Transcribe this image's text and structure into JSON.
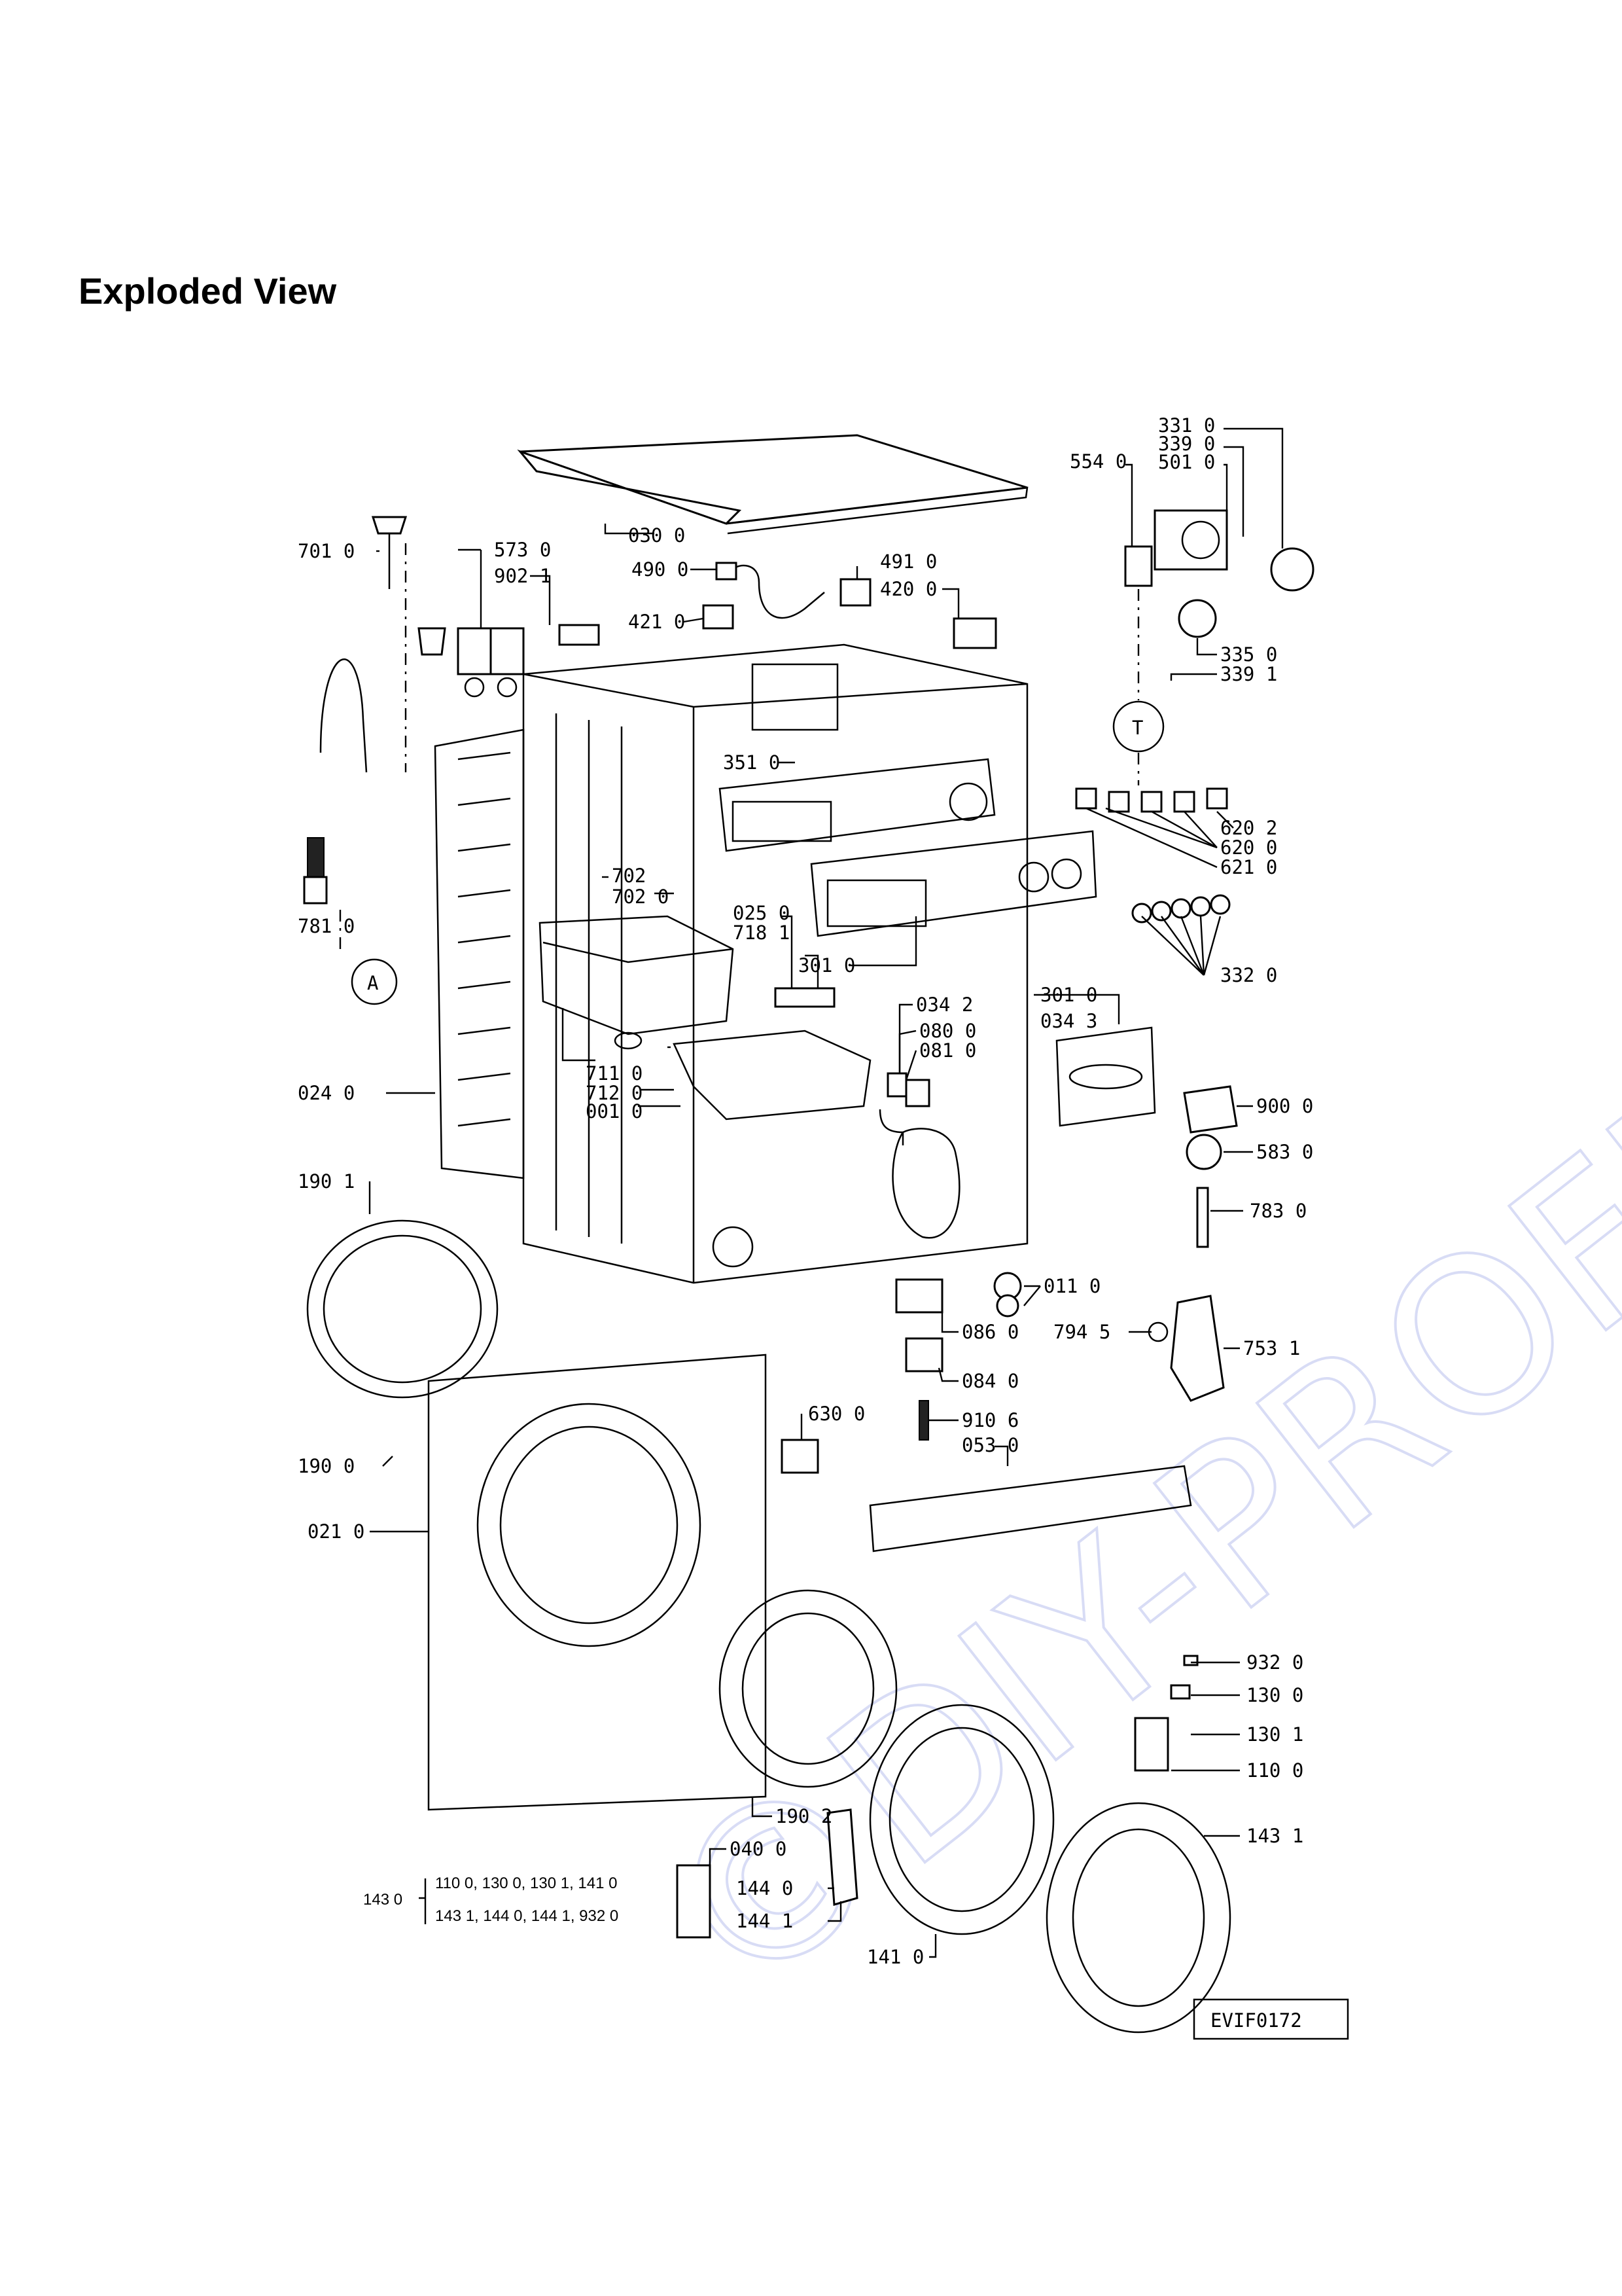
{
  "title": "Exploded View",
  "watermark": "©DIY-PROFI.cz",
  "drawing_code": "EVIF0172",
  "markers": {
    "a": "A",
    "t": "T"
  },
  "labels": {
    "p030_0": "030 0",
    "p701_0": "701 0",
    "p573_0": "573 0",
    "p902_1": "902 1",
    "p490_0": "490 0",
    "p491_0": "491 0",
    "p420_0": "420 0",
    "p421_0": "421 0",
    "p554_0": "554 0",
    "p331_0": "331 0",
    "p339_0": "339 0",
    "p501_0": "501 0",
    "p335_0": "335 0",
    "p339_1": "339 1",
    "p351_0": "351 0",
    "p620_2": "620 2",
    "p620_0": "620 0",
    "p621_0": "621 0",
    "p702_a": "702",
    "p702_0": "702 0",
    "p781_0": "781 0",
    "p025_0": "025 0",
    "p718_1": "718 1",
    "p301_0a": "301 0",
    "p332_0": "332 0",
    "p034_2": "034 2",
    "p034_3": "034 3",
    "p301_0b": "301 0",
    "p080_0": "080 0",
    "p081_0": "081 0",
    "p711_0": "711 0",
    "p712_0": "712 0",
    "p001_0": "001 0",
    "p024_0": "024 0",
    "p900_0": "900 0",
    "p583_0": "583 0",
    "p783_0": "783 0",
    "p190_1": "190 1",
    "p011_0": "011 0",
    "p086_0": "086 0",
    "p794_5": "794 5",
    "p753_1": "753 1",
    "p084_0": "084 0",
    "p630_0": "630 0",
    "p910_6": "910 6",
    "p053_0": "053 0",
    "p190_0": "190 0",
    "p021_0": "021 0",
    "p932_0": "932 0",
    "p130_0": "130 0",
    "p130_1": "130 1",
    "p110_0": "110 0",
    "p190_2": "190 2",
    "p040_0": "040 0",
    "p143_1": "143 1",
    "p144_0": "144 0",
    "p144_1": "144 1",
    "p141_0": "141 0"
  },
  "kit_note": {
    "label": "143 0",
    "line1": "110 0, 130 0, 130 1, 141 0",
    "line2": "143 1, 144 0, 144 1, 932 0"
  }
}
